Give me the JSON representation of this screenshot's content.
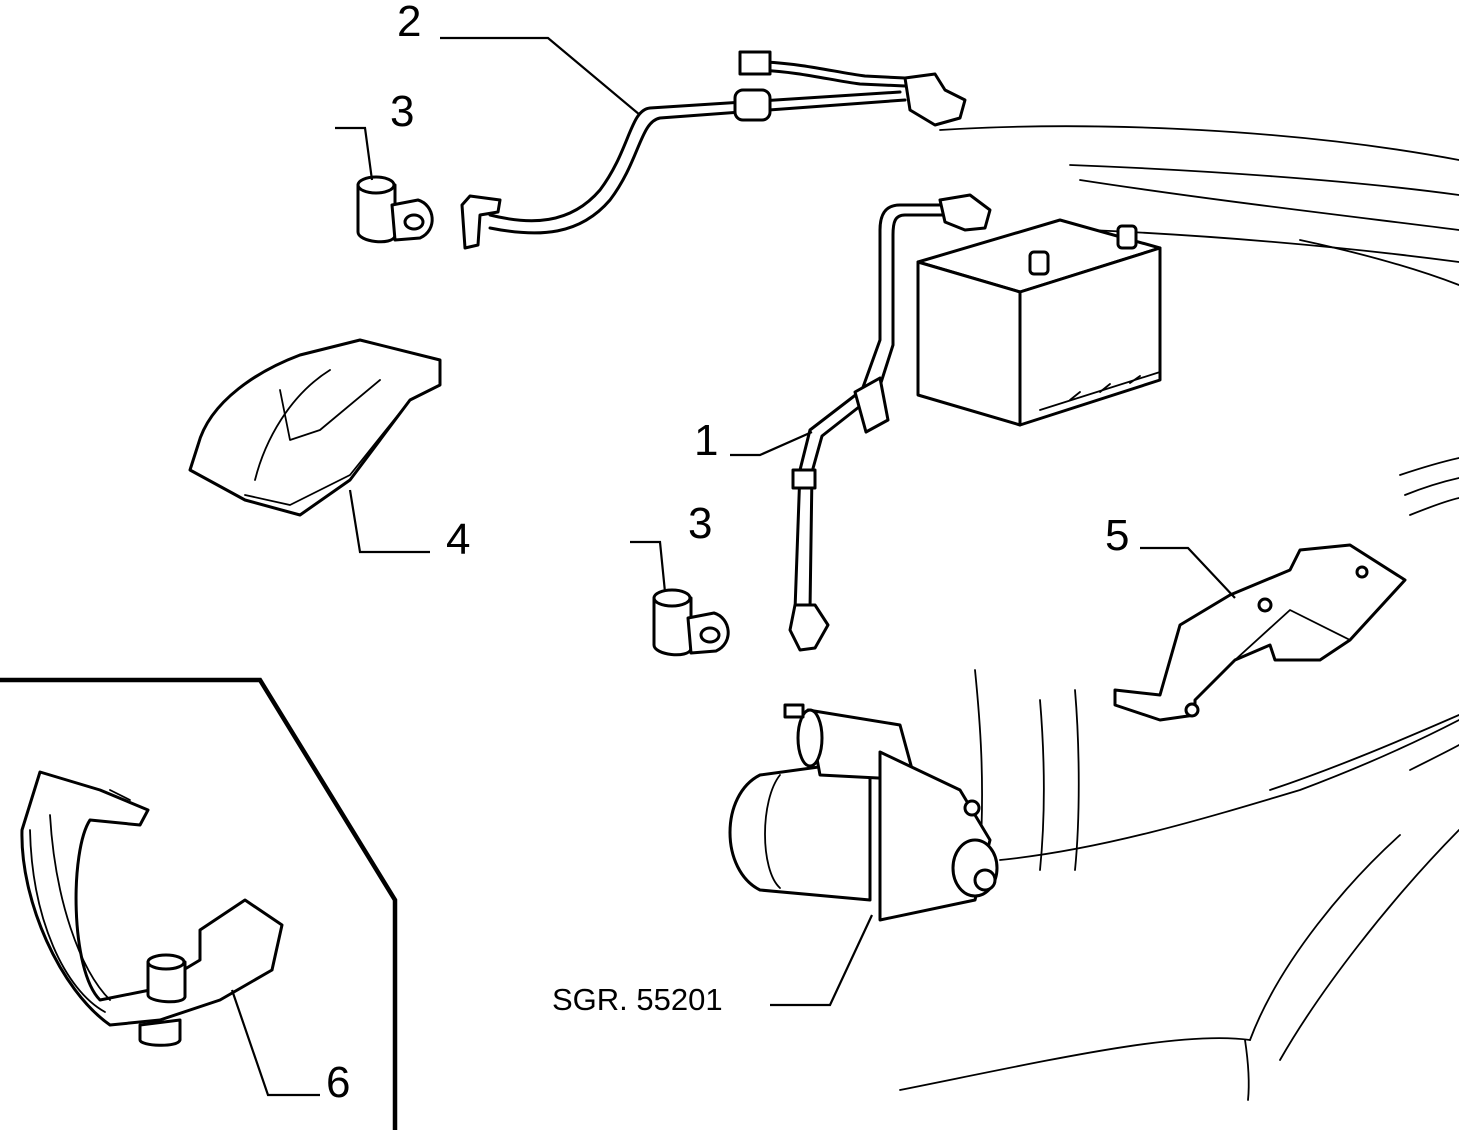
{
  "callouts": {
    "c1": "1",
    "c2": "2",
    "c3a": "3",
    "c3b": "3",
    "c4": "4",
    "c5": "5",
    "c6": "6"
  },
  "reference": "SGR. 55201"
}
